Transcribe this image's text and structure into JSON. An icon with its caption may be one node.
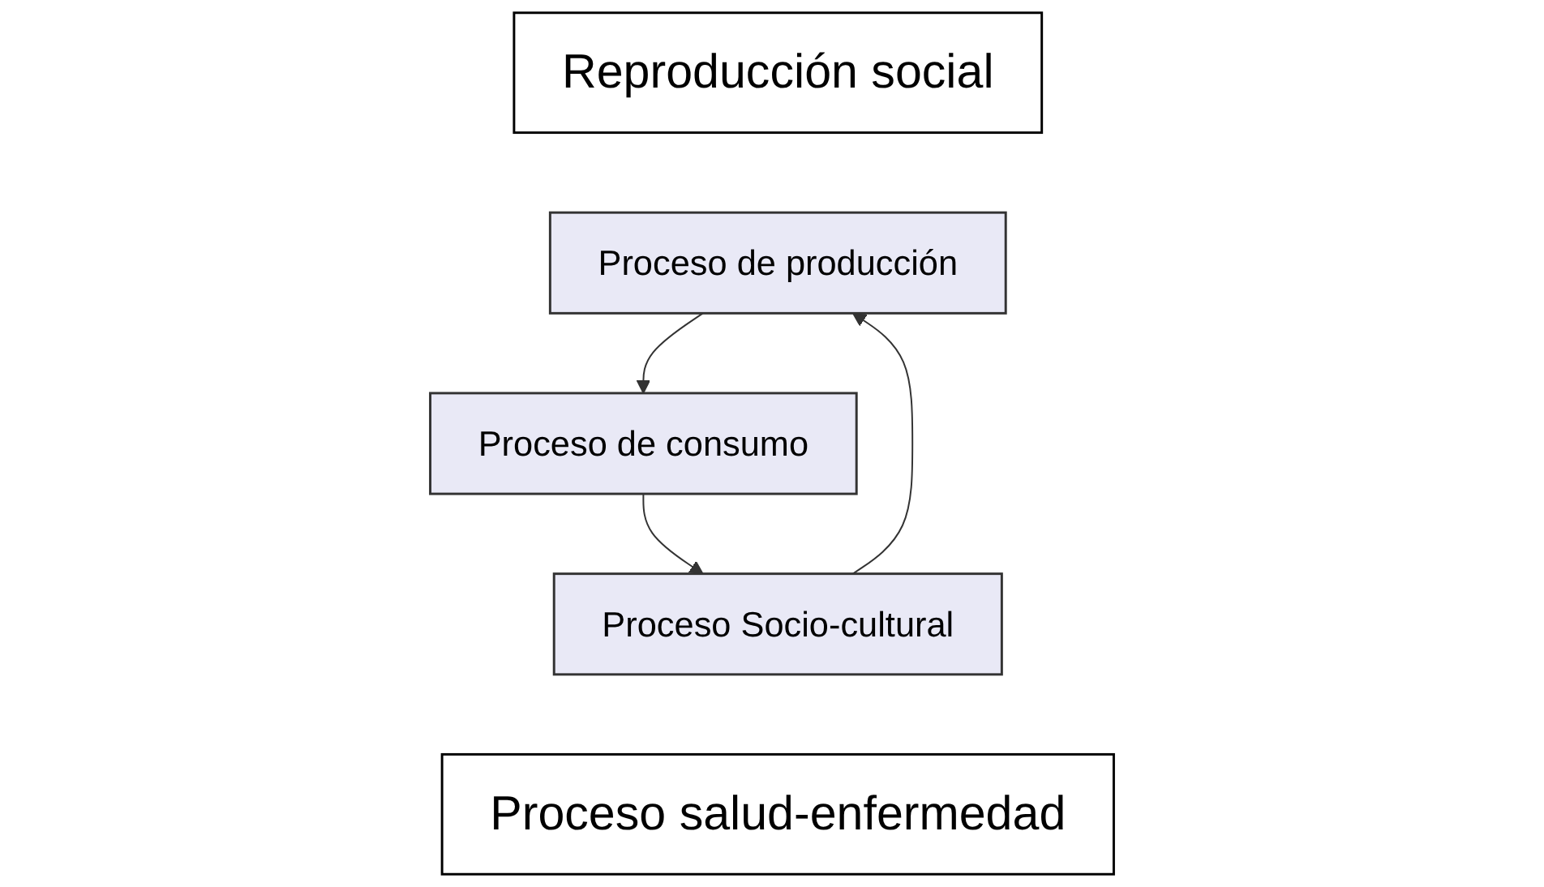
{
  "diagram": {
    "nodes": [
      {
        "text": [
          "Reproducción social"
        ]
      },
      {
        "text": [
          "Proceso de producción"
        ]
      },
      {
        "text": [
          "Proceso de consumo"
        ]
      },
      {
        "text": [
          "Proceso Socio-cultural"
        ]
      },
      {
        "text": [
          "Proceso salud-enfermedad"
        ]
      }
    ],
    "edges": [
      {
        "from": 1,
        "to": 2,
        "arrow": "to"
      },
      {
        "from": 2,
        "to": 3,
        "arrow": "to"
      },
      {
        "from": 3,
        "to": 1,
        "arrow": "to"
      }
    ]
  }
}
